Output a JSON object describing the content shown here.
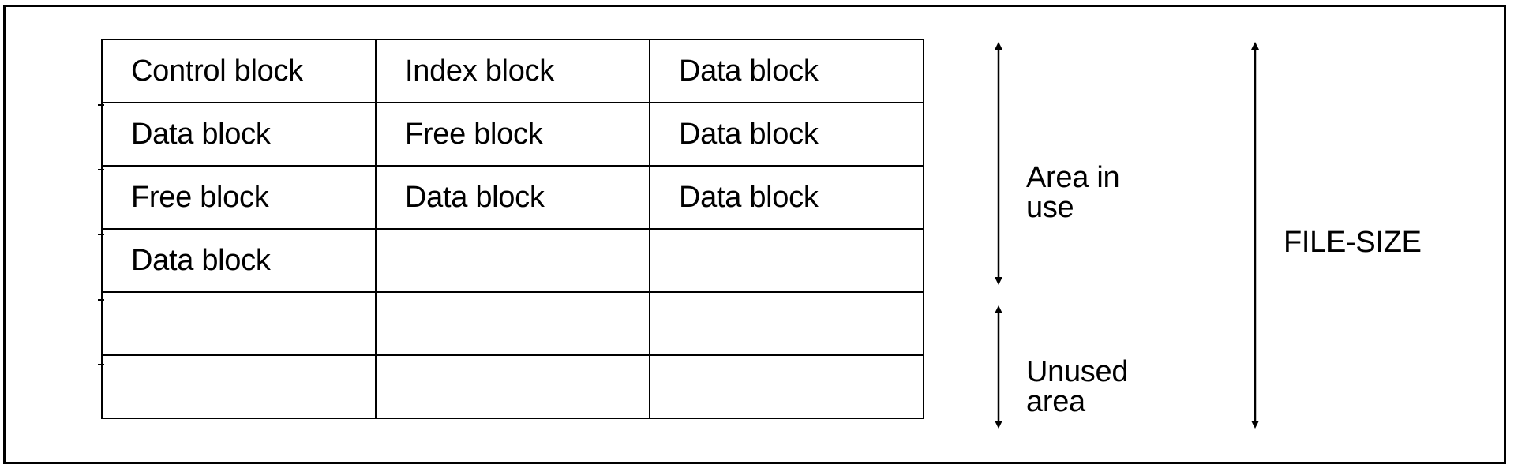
{
  "table": {
    "rows": [
      [
        "Control block",
        "Index block",
        "Data block"
      ],
      [
        "Data block",
        "Free block",
        "Data block"
      ],
      [
        "Free block",
        "Data block",
        "Data block"
      ],
      [
        "Data block",
        "",
        ""
      ],
      [
        "",
        "",
        ""
      ],
      [
        "",
        "",
        ""
      ]
    ]
  },
  "labels": {
    "area_in_use": "Area in\nuse",
    "unused_area": "Unused\narea",
    "file_size": "FILE-SIZE"
  }
}
